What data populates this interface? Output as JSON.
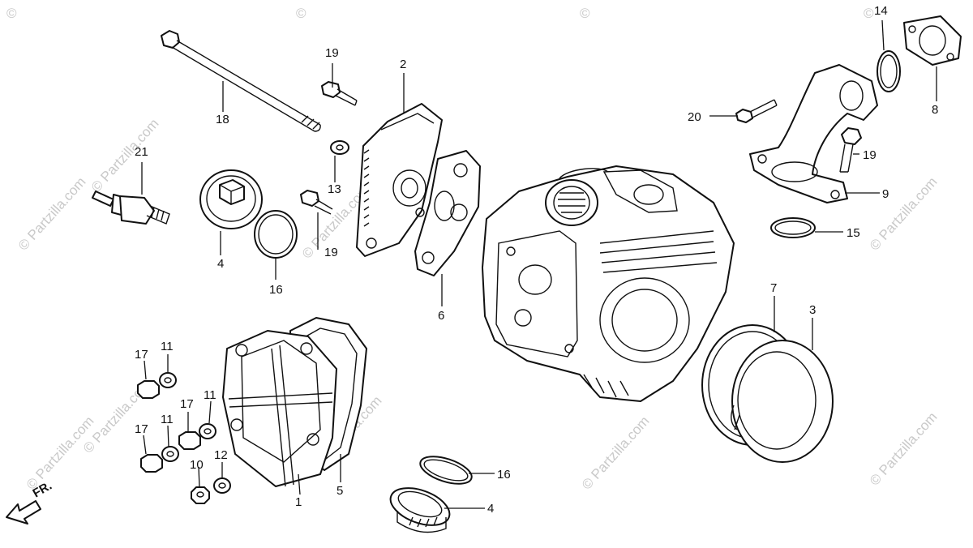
{
  "labels": {
    "l1": "1",
    "l2": "2",
    "l3": "3",
    "l4a": "4",
    "l4b": "4",
    "l5": "5",
    "l6": "6",
    "l7": "7",
    "l8": "8",
    "l9": "9",
    "l10": "10",
    "l11a": "11",
    "l11b": "11",
    "l11c": "11",
    "l12": "12",
    "l13": "13",
    "l14": "14",
    "l15": "15",
    "l16a": "16",
    "l16b": "16",
    "l17a": "17",
    "l17b": "17",
    "l17c": "17",
    "l18": "18",
    "l19a": "19",
    "l19b": "19",
    "l19c": "19",
    "l20": "20",
    "l21": "21"
  },
  "front_label": "FR.",
  "watermark": "© Partzilla.com"
}
